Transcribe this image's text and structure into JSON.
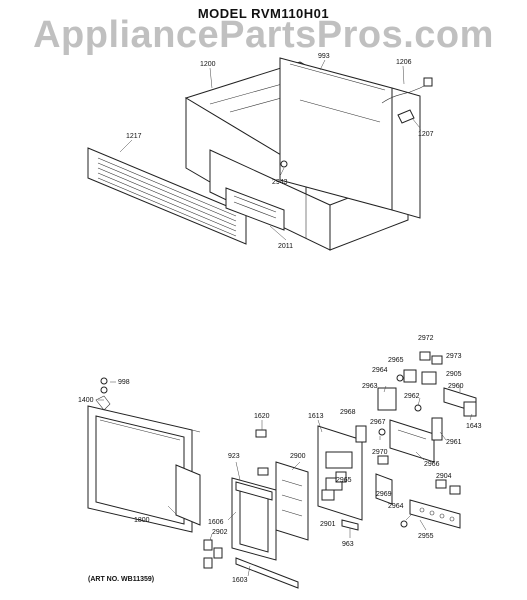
{
  "title": "MODEL RVM110H01",
  "watermark": "AppliancePartsPros.com",
  "art_number": "(ART NO. WB11359)",
  "labels": {
    "p1200": "1200",
    "p993": "993",
    "p1206": "1206",
    "p1207": "1207",
    "p1217": "1217",
    "p2943": "2943",
    "p2011": "2011",
    "p2972": "2972",
    "p2973": "2973",
    "p2965a": "2965",
    "p2964a": "2964",
    "p2905": "2905",
    "p2963": "2963",
    "p2960": "2960",
    "p2962": "2962",
    "p1643": "1643",
    "p998": "998",
    "p1400": "1400",
    "p1620": "1620",
    "p1613": "1613",
    "p2968": "2968",
    "p2967": "2967",
    "p2961": "2961",
    "p2966": "2966",
    "p923": "923",
    "p2900": "2900",
    "p2970": "2970",
    "p2965b": "2965",
    "p2969": "2969",
    "p2904": "2904",
    "p1800": "1800",
    "p1606": "1606",
    "p2901": "2901",
    "p2964b": "2964",
    "p2955": "2955",
    "p2902": "2902",
    "p963": "963",
    "p1603": "1603"
  }
}
